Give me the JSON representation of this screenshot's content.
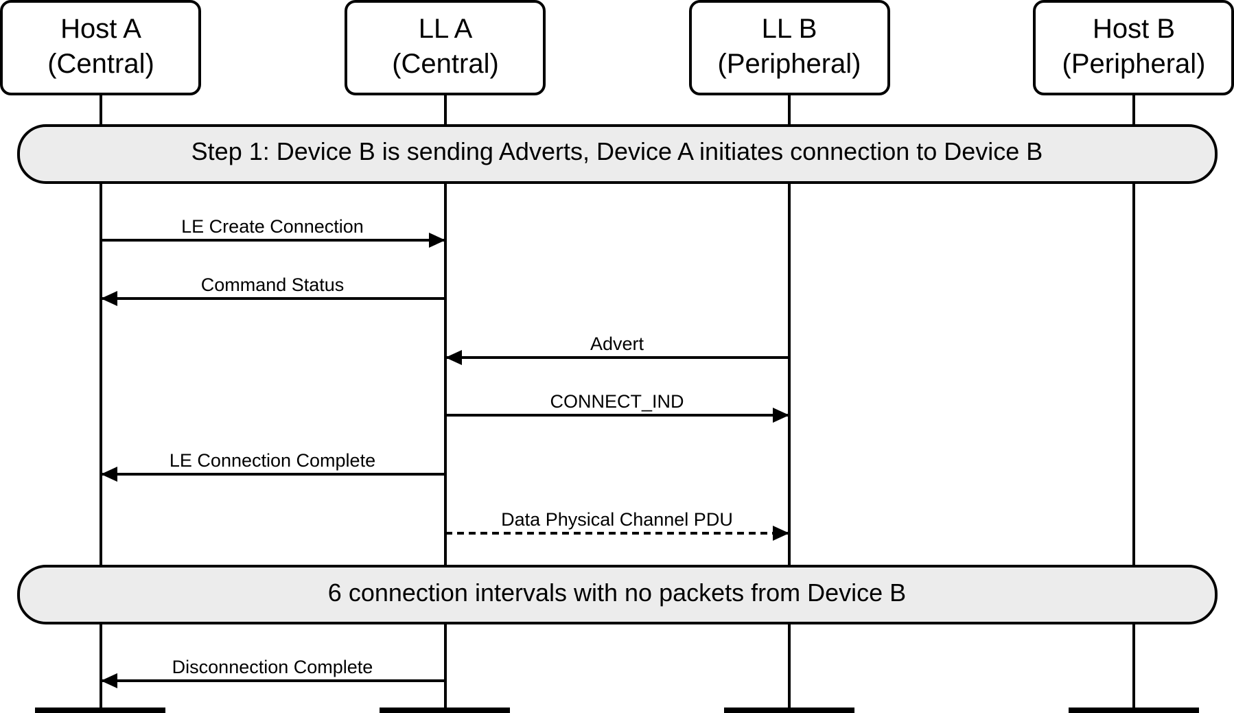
{
  "diagram": {
    "actors": [
      {
        "id": "host-a",
        "line1": "Host A",
        "line2": "(Central)"
      },
      {
        "id": "ll-a",
        "line1": "LL A",
        "line2": "(Central)"
      },
      {
        "id": "ll-b",
        "line1": "LL B",
        "line2": "(Peripheral)"
      },
      {
        "id": "host-b",
        "line1": "Host B",
        "line2": "(Peripheral)"
      }
    ],
    "banners": [
      {
        "id": "step1",
        "text": "Step 1:  Device B is sending Adverts, Device A initiates connection to Device B"
      },
      {
        "id": "intervals",
        "text": "6 connection intervals with no packets from Device B"
      }
    ],
    "messages": [
      {
        "id": "le-create-connection",
        "label": "LE Create Connection",
        "from": "host-a",
        "to": "ll-a",
        "style": "solid"
      },
      {
        "id": "command-status",
        "label": "Command Status",
        "from": "ll-a",
        "to": "host-a",
        "style": "solid"
      },
      {
        "id": "advert",
        "label": "Advert",
        "from": "ll-b",
        "to": "ll-a",
        "style": "solid"
      },
      {
        "id": "connect-ind",
        "label": "CONNECT_IND",
        "from": "ll-a",
        "to": "ll-b",
        "style": "solid"
      },
      {
        "id": "le-connection-complete",
        "label": "LE Connection Complete",
        "from": "ll-a",
        "to": "host-a",
        "style": "solid"
      },
      {
        "id": "data-physical-channel-pdu",
        "label": "Data Physical Channel PDU",
        "from": "ll-a",
        "to": "ll-b",
        "style": "dashed"
      },
      {
        "id": "disconnection-complete",
        "label": "Disconnection Complete",
        "from": "ll-a",
        "to": "host-a",
        "style": "solid"
      }
    ]
  }
}
